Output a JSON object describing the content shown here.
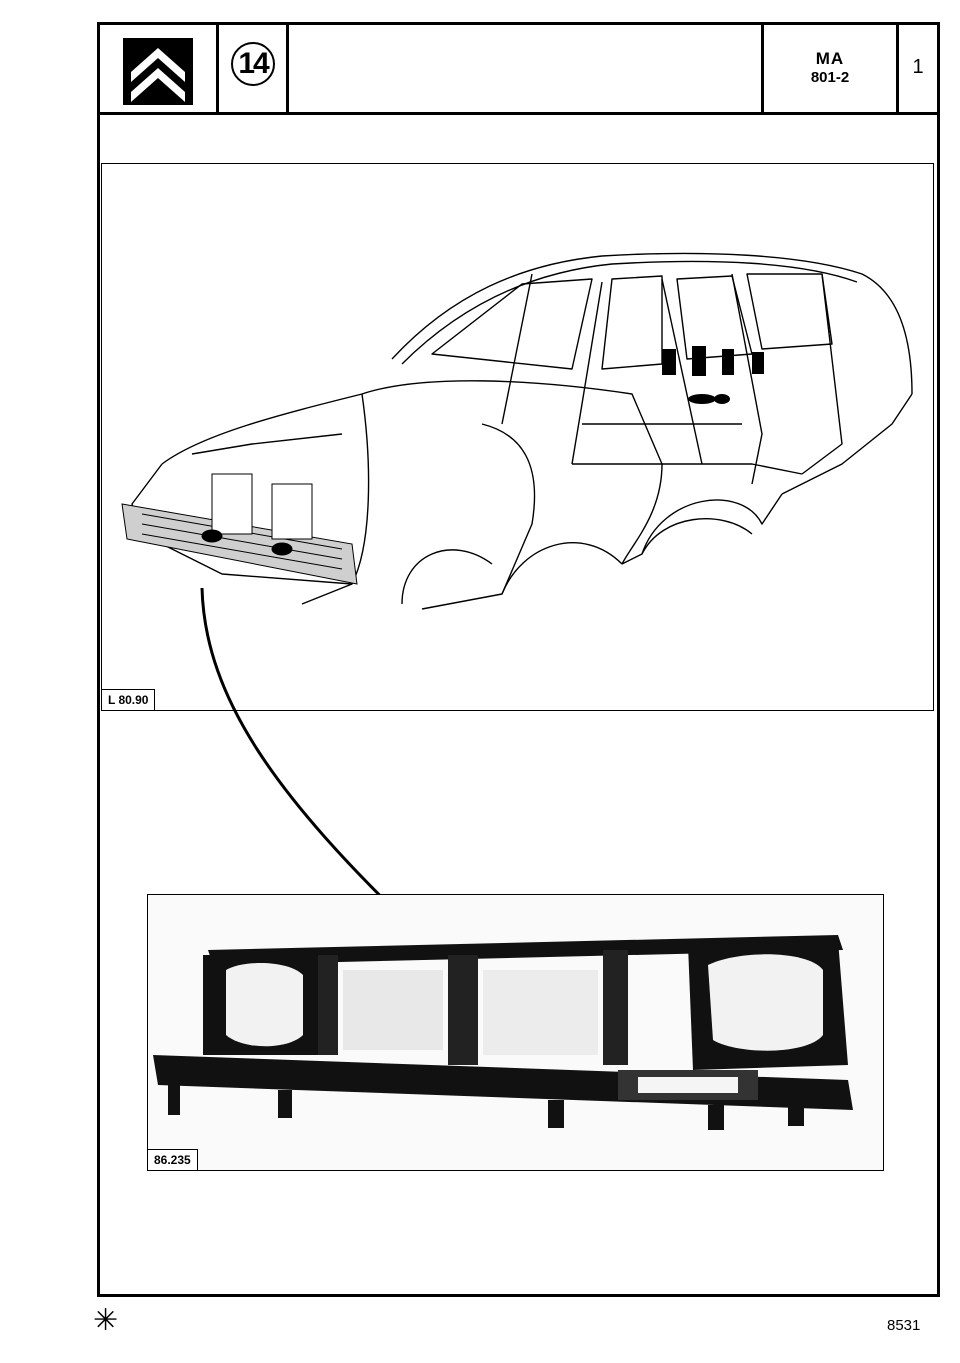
{
  "header": {
    "chapter_number": "14",
    "ref_line1": "MA",
    "ref_line2": "801-2",
    "page_number": "1",
    "logo_icon": "citroen-double-chevron-icon"
  },
  "figures": {
    "top_label": "L 80.90",
    "bottom_label": "86.235"
  },
  "footer": {
    "page_code": "8531",
    "mark": "✳"
  }
}
